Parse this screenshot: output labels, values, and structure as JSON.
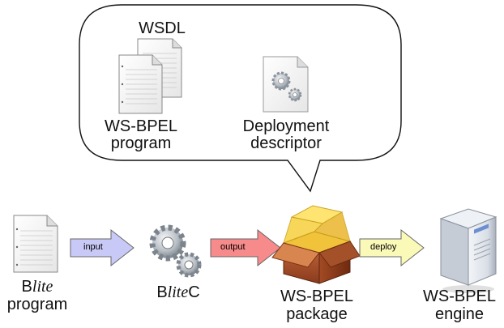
{
  "bubble": {
    "wsdl_label": "WSDL",
    "program_label_line1": "WS-BPEL",
    "program_label_line2": "program",
    "descriptor_label_line1": "Deployment",
    "descriptor_label_line2": "descriptor"
  },
  "pipeline": {
    "blite_program": {
      "prefix": "B",
      "italic": "lite",
      "line2": "program"
    },
    "input_arrow": "input",
    "bliteC": {
      "prefix": "B",
      "italic": "lite",
      "suffix": "C"
    },
    "output_arrow": "output",
    "package": {
      "line1": "WS-BPEL",
      "line2": "package"
    },
    "deploy_arrow": "deploy",
    "engine": {
      "line1": "WS-BPEL",
      "line2": "engine"
    }
  },
  "colors": {
    "input_arrow": "#c9c9f7",
    "output_arrow": "#f78a8a",
    "deploy_arrow": "#fbf9b8"
  },
  "icons": [
    "document-icon",
    "gear-icon",
    "package-box-icon",
    "server-icon"
  ]
}
